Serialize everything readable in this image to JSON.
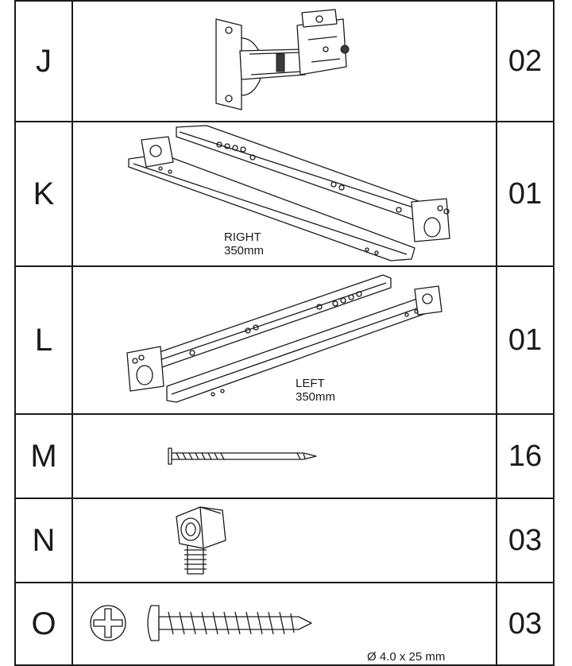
{
  "rows": [
    {
      "letter": "J",
      "qty": "02",
      "part": "hinge-icon"
    },
    {
      "letter": "K",
      "qty": "01",
      "part": "drawer-runner-right-icon",
      "caption_1": "RIGHT",
      "caption_2": "350mm"
    },
    {
      "letter": "L",
      "qty": "01",
      "part": "drawer-runner-left-icon",
      "caption_1": "LEFT",
      "caption_2": "350mm"
    },
    {
      "letter": "M",
      "qty": "16",
      "part": "nail-icon"
    },
    {
      "letter": "N",
      "qty": "03",
      "part": "cam-connector-icon"
    },
    {
      "letter": "O",
      "qty": "03",
      "part": "screw-icon",
      "caption_1": "Ø 4.0 x 25 mm"
    }
  ],
  "colors": {
    "line": "#1a1a1a",
    "background": "#ffffff"
  }
}
